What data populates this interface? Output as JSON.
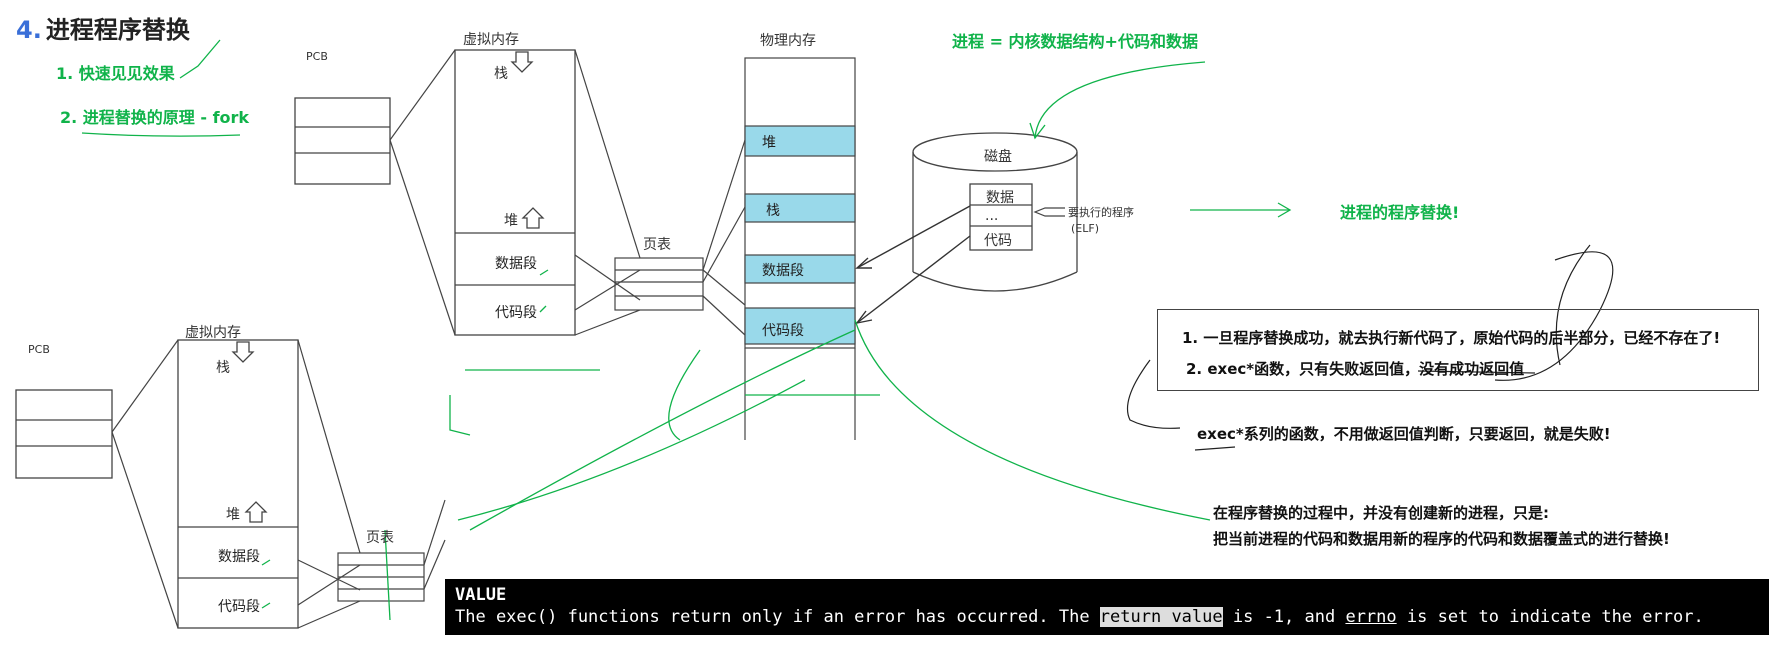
{
  "heading": {
    "number": "4.",
    "title": "进程程序替换"
  },
  "notes_top": [
    "1. 快速见见效果",
    "2. 进程替换的原理 - fork"
  ],
  "process_formula": "进程 = 内核数据结构+代码和数据",
  "replace_label": "进程的程序替换!",
  "upper_process": {
    "pcb_label": "PCB",
    "vmem_label": "虚拟内存",
    "stack": "栈",
    "heap": "堆",
    "data_seg": "数据段",
    "code_seg": "代码段",
    "page_table": "页表"
  },
  "lower_process": {
    "pcb_label": "PCB",
    "vmem_label": "虚拟内存",
    "stack": "栈",
    "heap": "堆",
    "data_seg": "数据段",
    "code_seg": "代码段",
    "page_table": "页表"
  },
  "physical_memory": {
    "label": "物理内存",
    "heap": "堆",
    "stack": "栈",
    "data_seg": "数据段",
    "code_seg": "代码段"
  },
  "disk": {
    "label": "磁盘",
    "data": "数据",
    "dots": "...",
    "code": "代码",
    "exec_program": "要执行的程序",
    "elf": "(ELF)"
  },
  "notes_box": [
    "1. 一旦程序替换成功，就去执行新代码了，原始代码的后半部分，已经不存在了!",
    "2. exec*函数，只有失败返回值，没有成功返回值"
  ],
  "exec_note": "exec*系列的函数，不用做返回值判断，只要返回，就是失败!",
  "replace_notes": [
    "在程序替换的过程中，并没有创建新的进程，只是:",
    "把当前进程的代码和数据用新的程序的代码和数据覆盖式的进行替换!"
  ],
  "terminal": {
    "header": "VALUE",
    "line_parts": [
      "The exec() functions return only if an error has occurred.  The ",
      "return value",
      " is -1, and ",
      "errno",
      " is set to indicate the error."
    ]
  },
  "colors": {
    "accent": "#10b34a",
    "heading_num": "#3a6fd8",
    "highlight_cell": "#99d9ea"
  }
}
